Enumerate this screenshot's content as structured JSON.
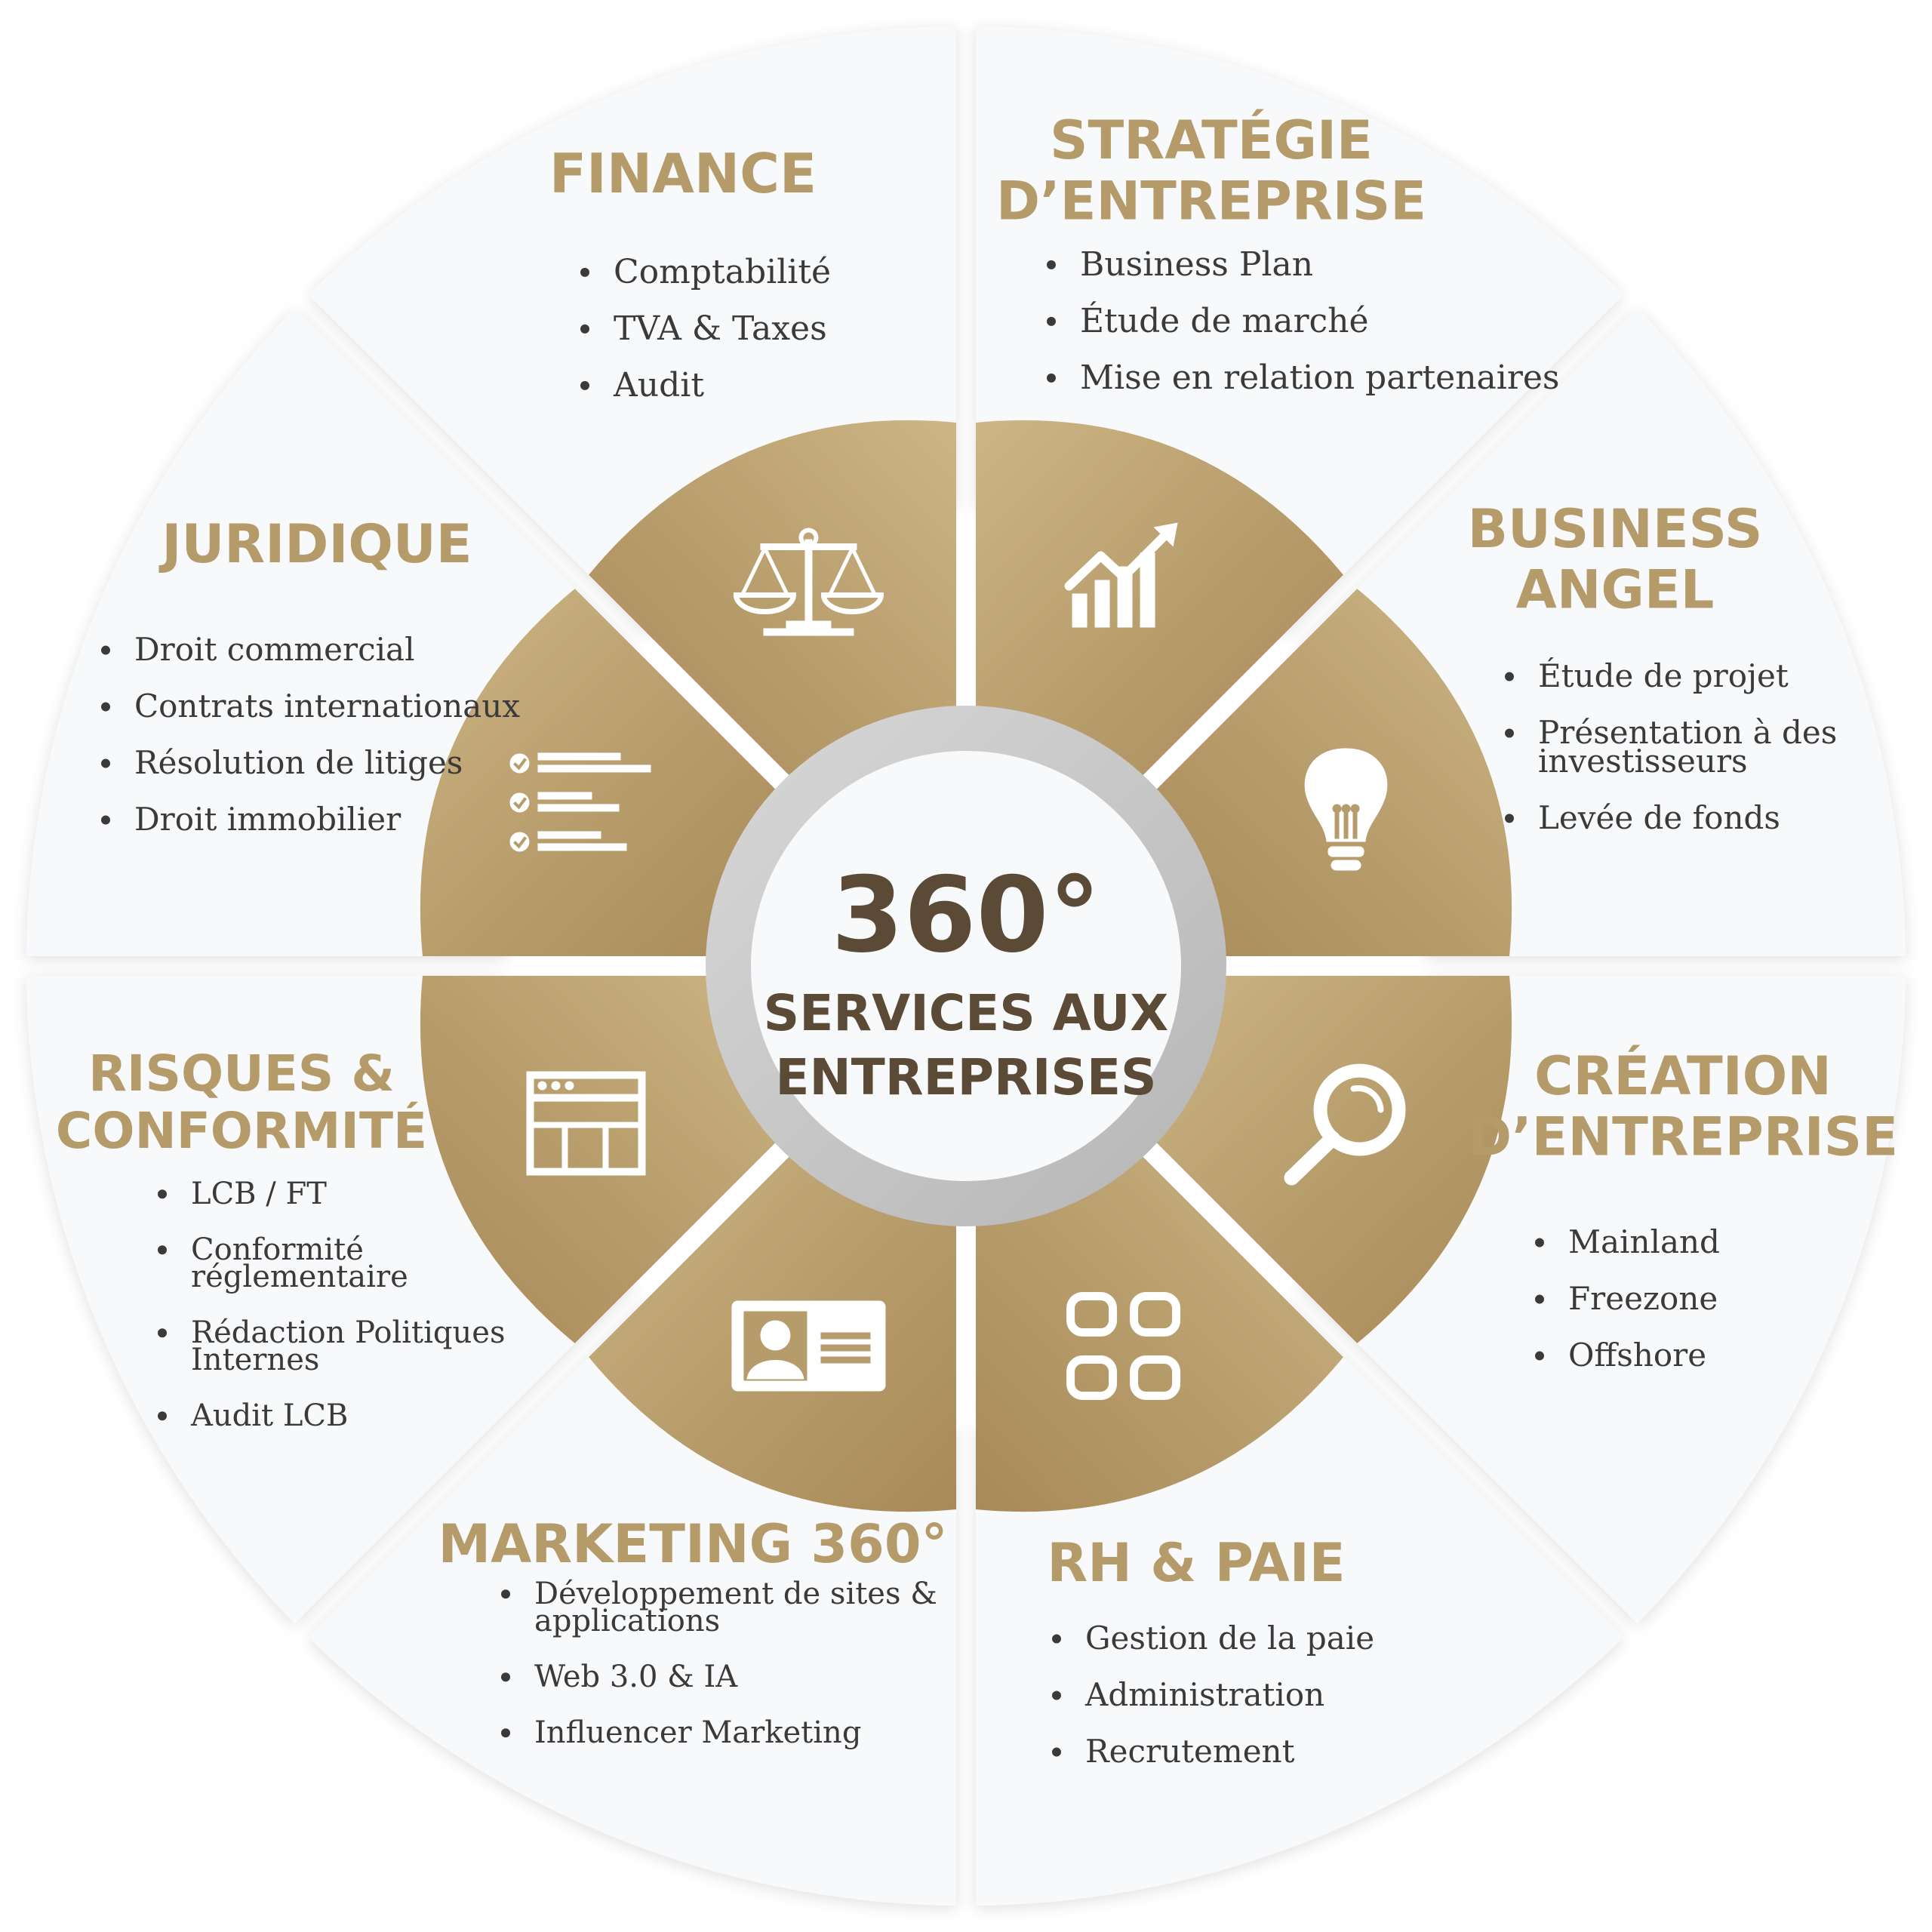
{
  "center": {
    "big": "360°",
    "line1": "SERVICES AUX",
    "line2": "ENTREPRISES"
  },
  "colors": {
    "gold_light": "#cdb585",
    "gold_dark": "#a88a58",
    "title": "#b59b6a",
    "panel": "#f8f9fb",
    "ring": "#c8c8c8"
  },
  "sections": [
    {
      "key": "finance",
      "icon": "growth-chart-icon",
      "title": [
        "FINANCE"
      ],
      "items": [
        [
          "Comptabilité"
        ],
        [
          "TVA & Taxes"
        ],
        [
          "Audit"
        ]
      ]
    },
    {
      "key": "strategie",
      "icon": "lightbulb-icon",
      "title": [
        "STRATÉGIE",
        "D’ENTREPRISE"
      ],
      "items": [
        [
          "Business Plan"
        ],
        [
          "Étude de marché"
        ],
        [
          "Mise en relation partenaires"
        ]
      ]
    },
    {
      "key": "business-angel",
      "icon": "magnifier-icon",
      "title": [
        "BUSINESS",
        "ANGEL"
      ],
      "items": [
        [
          "Étude de projet"
        ],
        [
          "Présentation à des",
          "investisseurs"
        ],
        [
          "Levée de fonds"
        ]
      ]
    },
    {
      "key": "creation",
      "icon": "apps-grid-icon",
      "title": [
        "CRÉATION",
        "D’ENTREPRISE"
      ],
      "items": [
        [
          "Mainland"
        ],
        [
          "Freezone"
        ],
        [
          "Offshore"
        ]
      ]
    },
    {
      "key": "rh",
      "icon": "id-card-icon",
      "title": [
        "RH & PAIE"
      ],
      "items": [
        [
          "Gestion de la paie"
        ],
        [
          "Administration"
        ],
        [
          "Recrutement"
        ]
      ]
    },
    {
      "key": "marketing",
      "icon": "browser-window-icon",
      "title": [
        "MARKETING 360°"
      ],
      "items": [
        [
          "Développement de sites &",
          "applications"
        ],
        [
          "Web 3.0 & IA"
        ],
        [
          "Influencer Marketing"
        ]
      ]
    },
    {
      "key": "risques",
      "icon": "checklist-icon",
      "title": [
        "RISQUES &",
        "CONFORMITÉ"
      ],
      "items": [
        [
          "LCB / FT"
        ],
        [
          "Conformité",
          "réglementaire"
        ],
        [
          "Rédaction Politiques",
          "Internes"
        ],
        [
          "Audit LCB"
        ]
      ]
    },
    {
      "key": "juridique",
      "icon": "scales-icon",
      "title": [
        "JURIDIQUE"
      ],
      "items": [
        [
          "Droit commercial"
        ],
        [
          "Contrats internationaux"
        ],
        [
          "Résolution de litiges"
        ],
        [
          "Droit immobilier"
        ]
      ]
    }
  ]
}
